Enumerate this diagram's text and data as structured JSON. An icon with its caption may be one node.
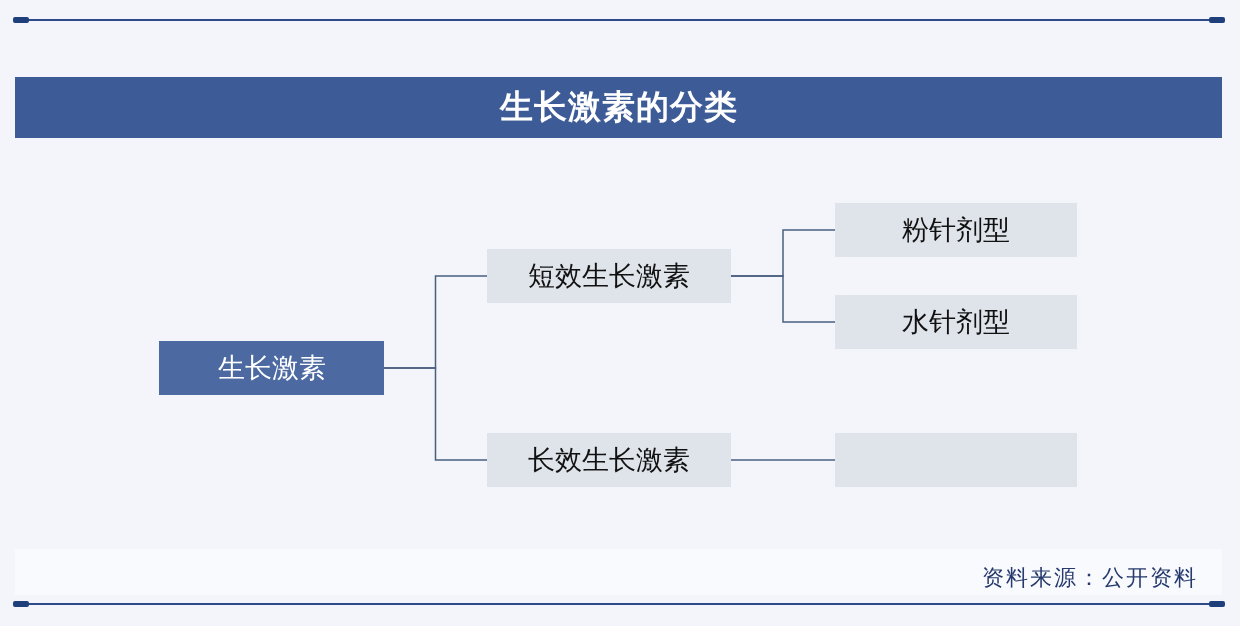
{
  "diagram": {
    "title": "生长激素的分类",
    "nodes": [
      {
        "text": [
          "生长激素"
        ]
      },
      {
        "text": [
          "短效生长激素"
        ]
      },
      {
        "text": [
          "长效生长激素"
        ]
      },
      {
        "text": [
          "粉针剂型"
        ]
      },
      {
        "text": [
          "水针剂型"
        ]
      },
      {
        "text": [],
        "shape": "box"
      }
    ],
    "edges": [
      {
        "from": 0,
        "to": 1,
        "arrow": "none"
      },
      {
        "from": 0,
        "to": 2,
        "arrow": "none"
      },
      {
        "from": 1,
        "to": 3,
        "arrow": "none"
      },
      {
        "from": 1,
        "to": 4,
        "arrow": "none"
      },
      {
        "from": 2,
        "to": 5,
        "arrow": "none"
      }
    ],
    "caption": "资料来源：公开资料"
  }
}
